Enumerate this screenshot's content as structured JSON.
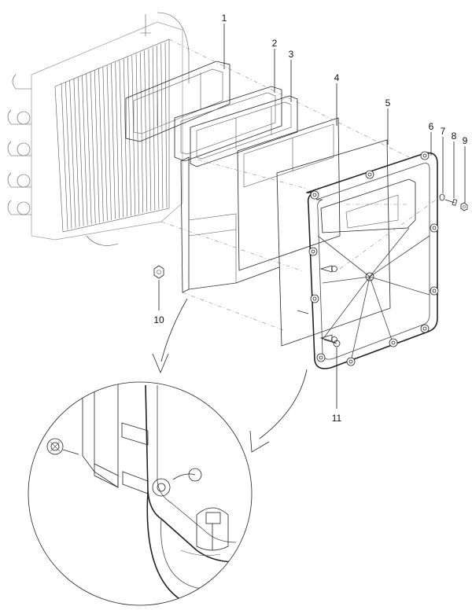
{
  "callouts": [
    {
      "id": "1",
      "label": "1"
    },
    {
      "id": "2",
      "label": "2"
    },
    {
      "id": "3",
      "label": "3"
    },
    {
      "id": "4",
      "label": "4"
    },
    {
      "id": "5",
      "label": "5"
    },
    {
      "id": "6",
      "label": "6"
    },
    {
      "id": "7",
      "label": "7"
    },
    {
      "id": "8",
      "label": "8"
    },
    {
      "id": "9",
      "label": "9"
    },
    {
      "id": "10",
      "label": "10"
    },
    {
      "id": "11",
      "label": "11"
    }
  ],
  "palette": {
    "line": "#222222",
    "background": "#ffffff"
  }
}
